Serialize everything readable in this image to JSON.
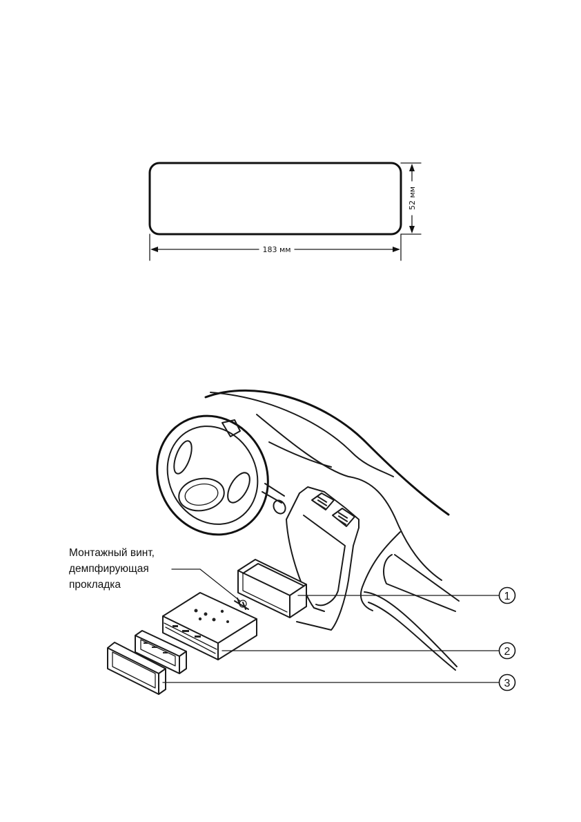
{
  "dimensions": {
    "width_label": "183 мм",
    "height_label": "52 мм"
  },
  "callout": {
    "line1": "Монтажный винт,",
    "line2": "демпфирующая",
    "line3": "прокладка"
  },
  "parts": [
    {
      "number": "1"
    },
    {
      "number": "2"
    },
    {
      "number": "3"
    }
  ]
}
